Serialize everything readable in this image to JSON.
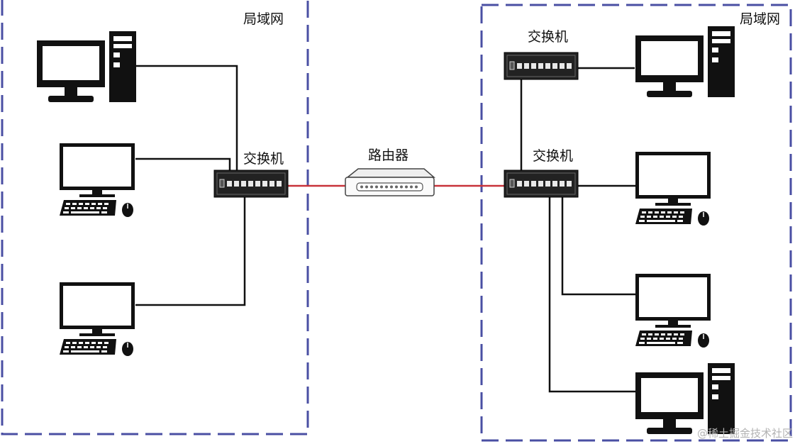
{
  "lan_left": {
    "label": "局域网"
  },
  "lan_right": {
    "label": "局域网"
  },
  "switch_left": {
    "label": "交换机"
  },
  "switch_right_top": {
    "label": "交换机"
  },
  "switch_right_main": {
    "label": "交换机"
  },
  "router": {
    "label": "路由器"
  },
  "watermark": "@稀土掘金技术社区",
  "colors": {
    "lan_border": "#4a4fa3",
    "router_link": "#c8323a",
    "lan_link": "#111111",
    "device": "#111111"
  }
}
